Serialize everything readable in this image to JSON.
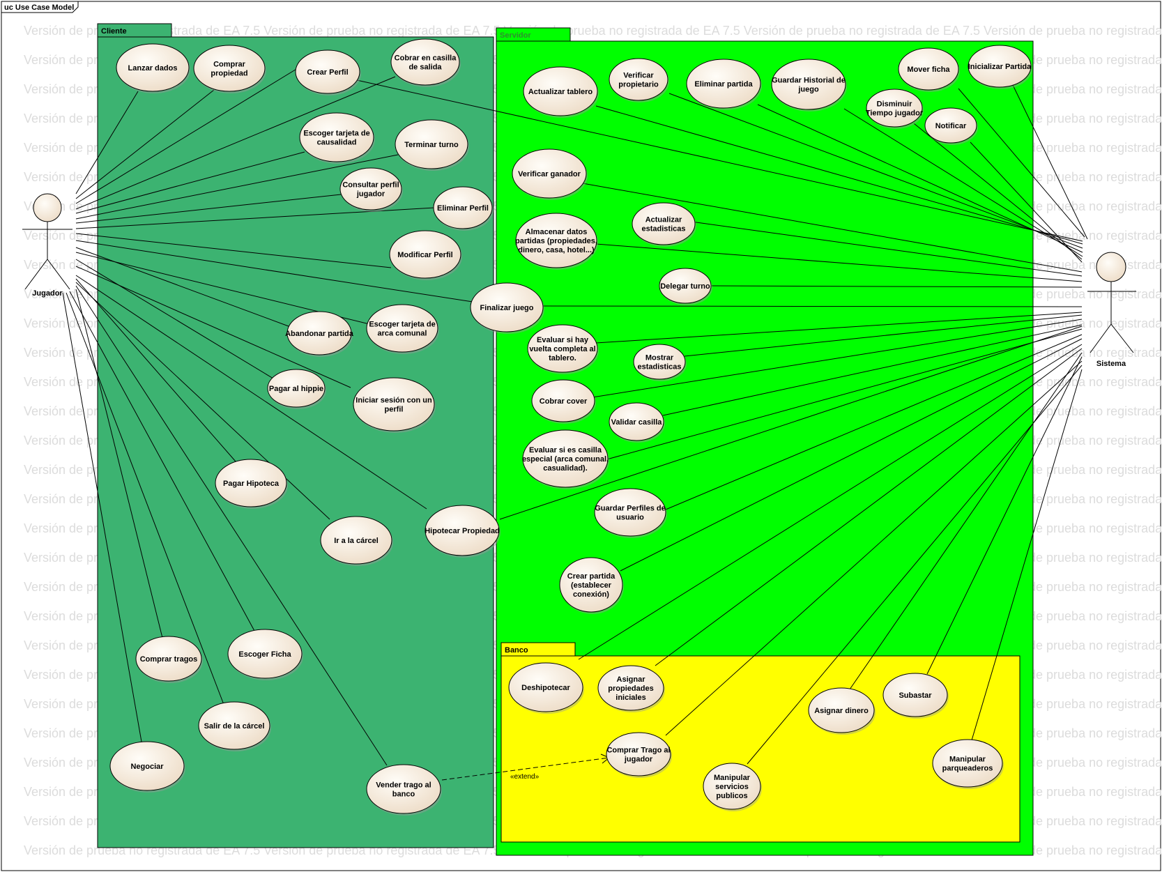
{
  "frame": {
    "title": "uc Use Case Model"
  },
  "watermark": "Versión de prueba no registrada de EA 7.5",
  "packages": {
    "cliente": {
      "label": "Cliente",
      "color": "#3cb371"
    },
    "servidor": {
      "label": "Servidor",
      "color": "#00ff00"
    },
    "banco": {
      "label": "Banco",
      "color": "#ffff00"
    }
  },
  "actors": {
    "jugador": {
      "label": "Jugador"
    },
    "sistema": {
      "label": "Sistema"
    }
  },
  "use_cases": {
    "lanzar_dados": "Lanzar dados",
    "comprar_propiedad": "Comprar propiedad",
    "crear_perfil": "Crear Perfil",
    "cobrar_casilla_salida": "Cobrar en casilla de salida",
    "escoger_tarjeta_causalidad": "Escoger tarjeta de causalidad",
    "terminar_turno": "Terminar turno",
    "consultar_perfil": "Consultar perfil jugador",
    "eliminar_perfil": "Eliminar Perfil",
    "modificar_perfil": "Modificar Perfil",
    "finalizar_juego": "Finalizar juego",
    "abandonar_partida": "Abandonar partida",
    "escoger_tarjeta_arca": "Escoger tarjeta de arca comunal",
    "pagar_hippie": "Pagar al hippie",
    "iniciar_sesion": "Iniciar sesión con un perfil",
    "pagar_hipoteca": "Pagar Hipoteca",
    "ir_carcel": "Ir a la cárcel",
    "hipotecar_propiedad": "Hipotecar Propiedad",
    "comprar_tragos": "Comprar tragos",
    "escoger_ficha": "Escoger  Ficha",
    "salir_carcel": "Salir de la cárcel",
    "negociar": "Negociar",
    "vender_trago": "Vender trago al banco",
    "actualizar_tablero": "Actualizar tablero",
    "verificar_propietario": "Verificar propietario",
    "eliminar_partida": "Eliminar partida",
    "guardar_historial": "Guardar Historial de juego",
    "mover_ficha": "Mover ficha",
    "inicializar_partida": "Inicializar Partida",
    "disminuir_tiempo": "Disminuir Tiempo jugador",
    "notificar": "Notificar",
    "verificar_ganador": "Verificar ganador",
    "actualizar_estadisticas": "Actualizar estadisticas",
    "almacenar_datos": "Almacenar datos partidas (propiedades, dinero, casa, hotel...)",
    "delegar_turno": "Delegar turno",
    "evaluar_vuelta": "Evaluar si hay vuelta completa al tablero.",
    "mostrar_estadisticas": "Mostrar estadisticas",
    "cobrar_cover": "Cobrar cover",
    "validar_casilla": "Validar casilla",
    "evaluar_casilla_especial": "Evaluar si es  casilla especial (arca comunal, casualidad).",
    "guardar_perfiles": "Guardar Perfiles de usuario",
    "crear_partida": "Crear partida (establecer conexión)",
    "deshipotecar": "Deshipotecar",
    "asignar_propiedades": "Asignar propiedades iniciales",
    "asignar_dinero": "Asignar dinero",
    "subastar": "Subastar",
    "comprar_trago_jugador": "Comprar Trago al jugador",
    "manipular_servicios": "Manipular servicios publicos",
    "manipular_parqueaderos": "Manipular parqueaderos"
  },
  "relations": {
    "extend_label": "«extend»"
  }
}
